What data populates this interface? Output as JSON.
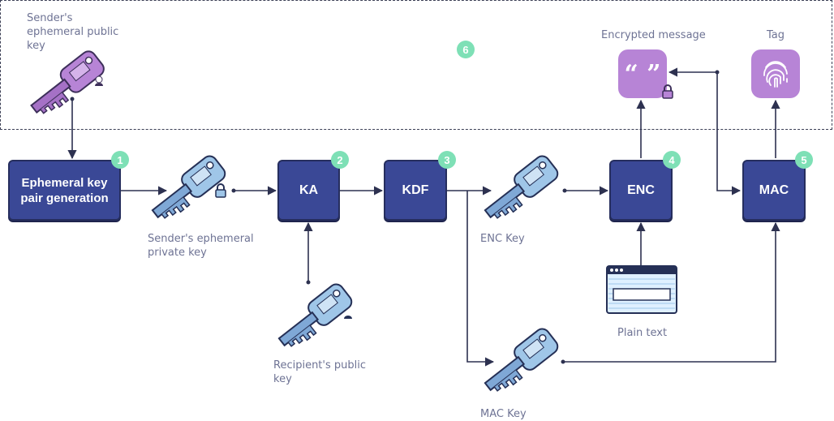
{
  "labels": {
    "sender_public_key": "Sender's ephemeral public key",
    "sender_private_key": "Sender's ephemeral private key",
    "recipient_public_key": "Recipient's public key",
    "enc_key": "ENC Key",
    "mac_key": "MAC Key",
    "encrypted_message": "Encrypted message",
    "tag": "Tag",
    "plain_text": "Plain text"
  },
  "boxes": {
    "keygen": "Ephemeral key pair generation",
    "ka": "KA",
    "kdf": "KDF",
    "enc": "ENC",
    "mac": "MAC"
  },
  "badges": {
    "keygen": "1",
    "ka": "2",
    "kdf": "3",
    "enc": "4",
    "mac": "5",
    "region": "6"
  },
  "colors": {
    "box_fill": "#3a4896",
    "box_border": "#262e5e",
    "badge": "#7ee0b6",
    "public_key": "#b784d6",
    "private_key": "#5c7fc0",
    "label_text": "#6e7394"
  }
}
